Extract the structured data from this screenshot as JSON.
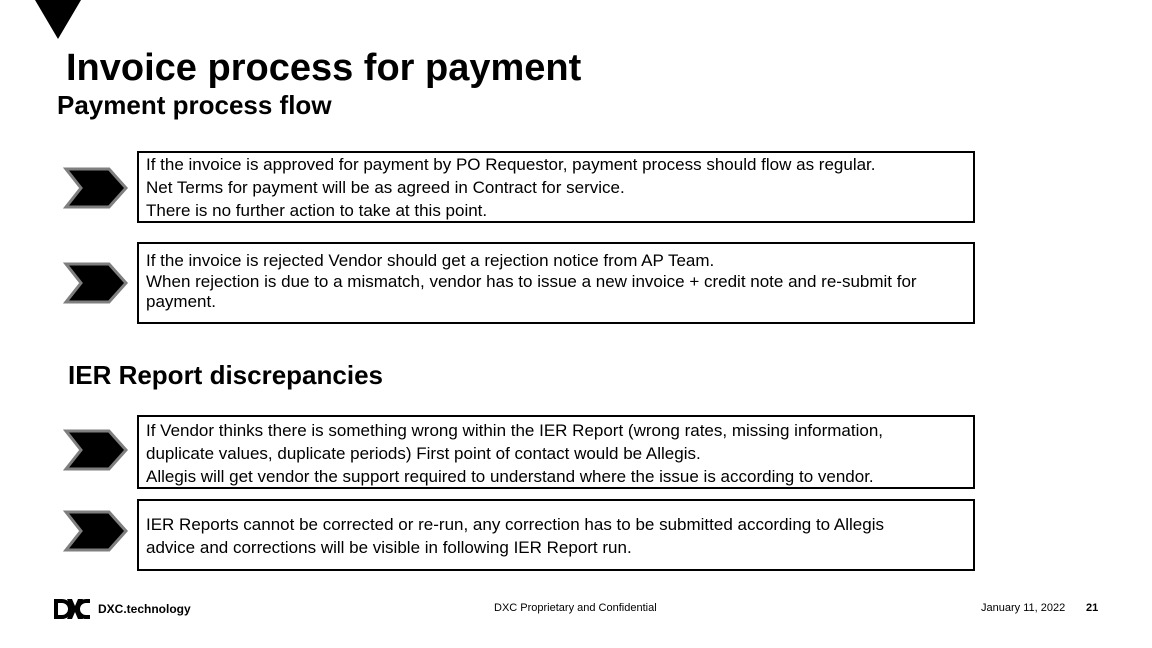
{
  "slide": {
    "title": "Invoice process for payment",
    "sections": [
      {
        "heading": "Payment process flow",
        "items": [
          {
            "lines": [
              "If the invoice is approved for payment by PO Requestor, payment process should flow as regular.",
              "Net Terms for payment will be as agreed in Contract for service.",
              "There is no further action to take at this point."
            ]
          },
          {
            "lines": [
              "If the invoice is rejected Vendor should get a rejection notice from AP Team.",
              "When rejection is due to a mismatch, vendor has to issue a new invoice + credit note and re-submit for payment."
            ]
          }
        ]
      },
      {
        "heading": "IER Report discrepancies",
        "items": [
          {
            "lines": [
              "If Vendor thinks there is something wrong within the IER Report (wrong rates, missing information, duplicate values, duplicate periods) First point of contact would be Allegis.",
              "Allegis will get vendor the support required to understand where the issue is according to vendor."
            ]
          },
          {
            "lines": [
              "IER Reports cannot be corrected or re-run, any correction has to be submitted according to Allegis advice and corrections will be visible in following IER Report run."
            ]
          }
        ]
      }
    ]
  },
  "footer": {
    "logo_text": "DXC.technology",
    "confidentiality": "DXC Proprietary and Confidential",
    "date": "January 11, 2022",
    "page_number": "21"
  },
  "icons": {
    "corner": "triangle-down-icon",
    "bullet": "chevron-arrow-icon",
    "logo": "dxc-logo-icon"
  }
}
